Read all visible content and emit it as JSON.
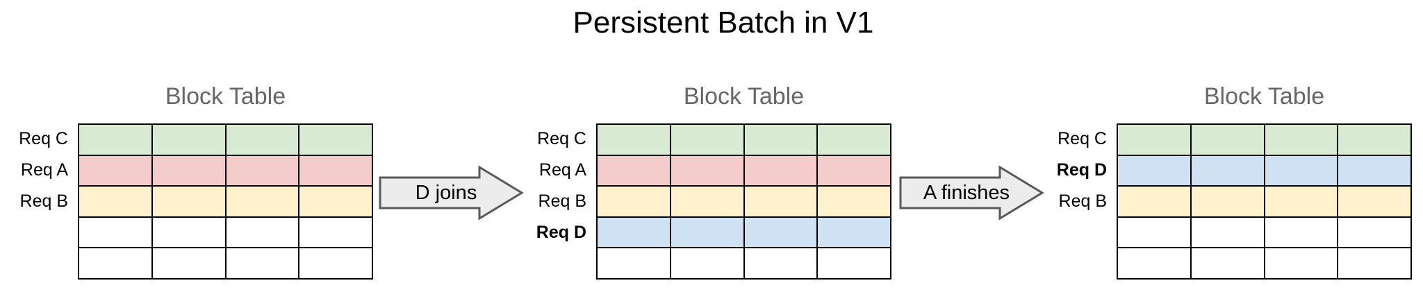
{
  "title": "Persistent Batch in V1",
  "grid": {
    "rows": 5,
    "cols": 4
  },
  "colors": {
    "green": "#d9ead3",
    "red": "#f4cccc",
    "yellow": "#fff2cc",
    "blue": "#cfe2f3",
    "white": "#ffffff",
    "arrow_fill": "#ececec",
    "arrow_border": "#595959",
    "heading_gray": "#666666",
    "grid_line": "#000000"
  },
  "panels": [
    {
      "heading": "Block Table",
      "rows": [
        {
          "label": "Req C",
          "bold": false,
          "color": "green"
        },
        {
          "label": "Req A",
          "bold": false,
          "color": "red"
        },
        {
          "label": "Req B",
          "bold": false,
          "color": "yellow"
        },
        {
          "label": "",
          "bold": false,
          "color": "white"
        },
        {
          "label": "",
          "bold": false,
          "color": "white"
        }
      ]
    },
    {
      "heading": "Block Table",
      "rows": [
        {
          "label": "Req C",
          "bold": false,
          "color": "green"
        },
        {
          "label": "Req A",
          "bold": false,
          "color": "red"
        },
        {
          "label": "Req B",
          "bold": false,
          "color": "yellow"
        },
        {
          "label": "Req D",
          "bold": true,
          "color": "blue"
        },
        {
          "label": "",
          "bold": false,
          "color": "white"
        }
      ]
    },
    {
      "heading": "Block Table",
      "rows": [
        {
          "label": "Req C",
          "bold": false,
          "color": "green"
        },
        {
          "label": "Req D",
          "bold": true,
          "color": "blue"
        },
        {
          "label": "Req B",
          "bold": false,
          "color": "yellow"
        },
        {
          "label": "",
          "bold": false,
          "color": "white"
        },
        {
          "label": "",
          "bold": false,
          "color": "white"
        }
      ]
    }
  ],
  "arrows": [
    {
      "label": "D joins"
    },
    {
      "label": "A finishes"
    }
  ]
}
